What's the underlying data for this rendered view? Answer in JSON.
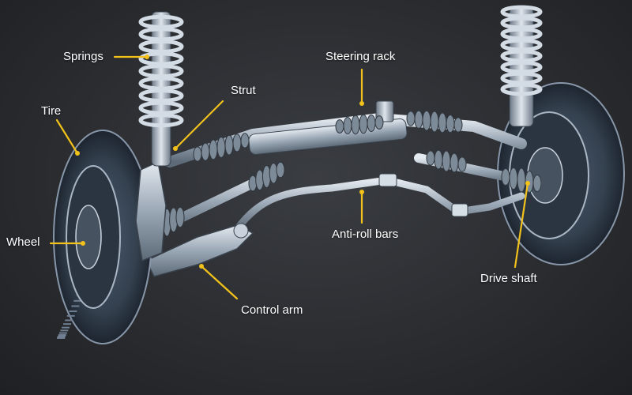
{
  "labels": {
    "springs": "Springs",
    "strut": "Strut",
    "tire": "Tire",
    "wheel": "Wheel",
    "steering_rack": "Steering rack",
    "anti_roll_bars": "Anti-roll bars",
    "control_arm": "Control arm",
    "drive_shaft": "Drive shaft"
  },
  "colors": {
    "leader": "#f2c21b",
    "label_text": "#ffffff",
    "background": "#2b2d31",
    "metal_light": "#c9d2dc",
    "metal_dark": "#5d6a78",
    "tire": "#2e3a4a"
  }
}
